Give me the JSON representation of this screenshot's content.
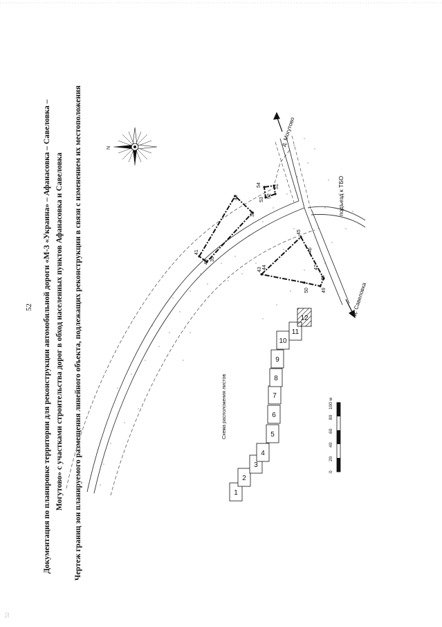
{
  "document": {
    "page_number": "52",
    "corner_mark": "52",
    "title_line1": "Документация по планировке территории для реконструкции автомобильной дороги «М-3 «Украина» – Афанасовка – Савеловка –",
    "title_line2": "Могутово» с участками строительства дорог в обход населенных пунктов Афанасовка и Савеловка",
    "title_line3": "Чертеж границ зон планируемого размещения линейного объекта, подлежащих реконструкции в связи с изменением их местоположения"
  },
  "map": {
    "north_label": "N",
    "direction_mogutovo": "д. Могутово",
    "direction_savelovka": "д. Савеловка",
    "direction_tbo": "подъезд к ТБО",
    "point_labels": [
      "41",
      "42",
      "40",
      "39",
      "38",
      "53",
      "54",
      "52",
      "51",
      "45",
      "46",
      "43",
      "44",
      "47",
      "48",
      "50",
      "49"
    ]
  },
  "sheet_scheme": {
    "title": "Схема расположения листов",
    "sheets": [
      "1",
      "2",
      "3",
      "4",
      "5",
      "6",
      "7",
      "8",
      "9",
      "10",
      "11",
      "12"
    ],
    "highlighted_sheet": "12"
  },
  "scale_bar": {
    "ticks": [
      "0",
      "20",
      "40",
      "60",
      "80",
      "100 м"
    ]
  },
  "colors": {
    "ink": "#111111",
    "light_ink": "#555555",
    "hatch": "#333333"
  }
}
